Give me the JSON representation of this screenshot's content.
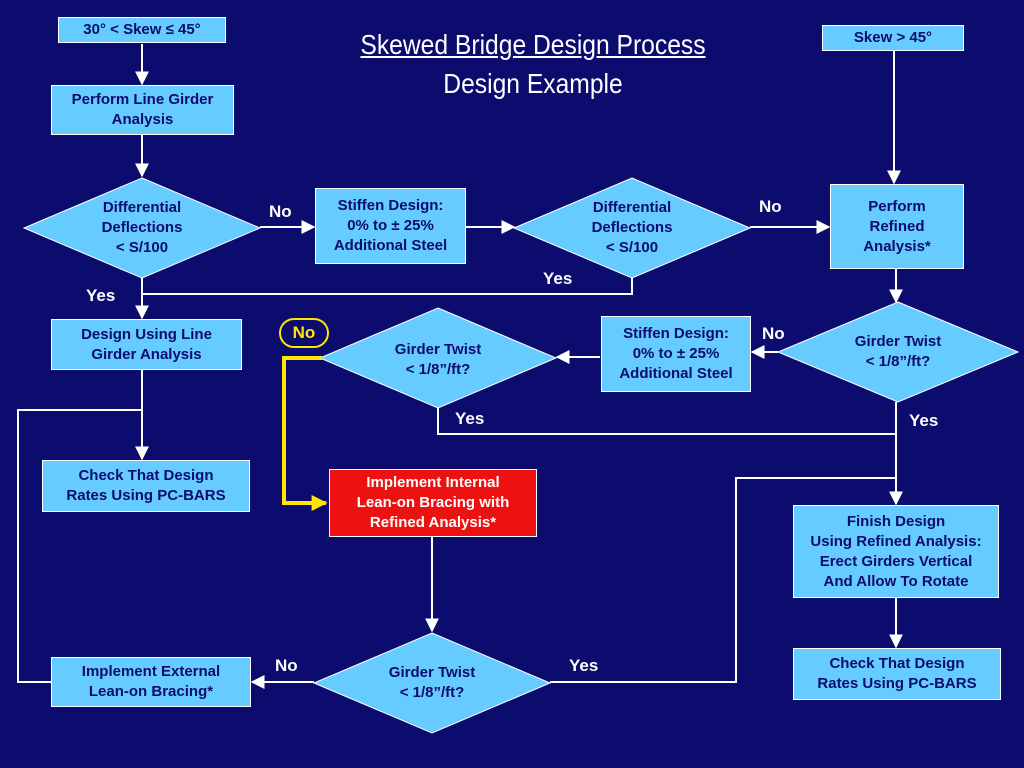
{
  "title": {
    "line1": "Skewed Bridge Design Process",
    "line2": "Design Example"
  },
  "nodes": {
    "skew_30_45": "30° < Skew ≤ 45°",
    "skew_gt_45": "Skew > 45°",
    "line_girder_analysis": "Perform Line Girder\nAnalysis",
    "diff_defl_1": "Differential\nDeflections\n< S/100",
    "stiffen_1": "Stiffen Design:\n0% to ± 25%\nAdditional Steel",
    "diff_defl_2": "Differential\nDeflections\n< S/100",
    "refined_analysis": "Perform\nRefined\nAnalysis*",
    "design_line_girder": "Design Using Line\nGirder Analysis",
    "twist_mid": "Girder Twist\n< 1/8”/ft?",
    "stiffen_2": "Stiffen Design:\n0% to ± 25%\nAdditional Steel",
    "twist_right": "Girder Twist\n< 1/8”/ft?",
    "check_pcbars_left": "Check That Design\nRates Using PC-BARS",
    "internal_leanon": "Implement Internal\nLean-on Bracing with\nRefined Analysis*",
    "finish_design": "Finish Design\nUsing Refined Analysis:\nErect Girders Vertical\nAnd Allow To Rotate",
    "external_leanon": "Implement External\nLean-on Bracing*",
    "twist_bottom": "Girder Twist\n< 1/8”/ft?",
    "check_pcbars_right": "Check That Design\nRates Using PC-BARS"
  },
  "labels": {
    "no_1": "No",
    "no_2": "No",
    "no_3": "No",
    "no_highlight": "No",
    "no_4": "No",
    "yes_1": "Yes",
    "yes_2": "Yes",
    "yes_3": "Yes",
    "yes_4": "Yes",
    "yes_5": "Yes"
  },
  "colors": {
    "background": "#0b0c6e",
    "box_fill": "#66ccff",
    "text": "#0b0c6e",
    "highlight_box": "#ee1111",
    "highlight_arrow": "#ffe600",
    "connector": "#ffffff"
  }
}
